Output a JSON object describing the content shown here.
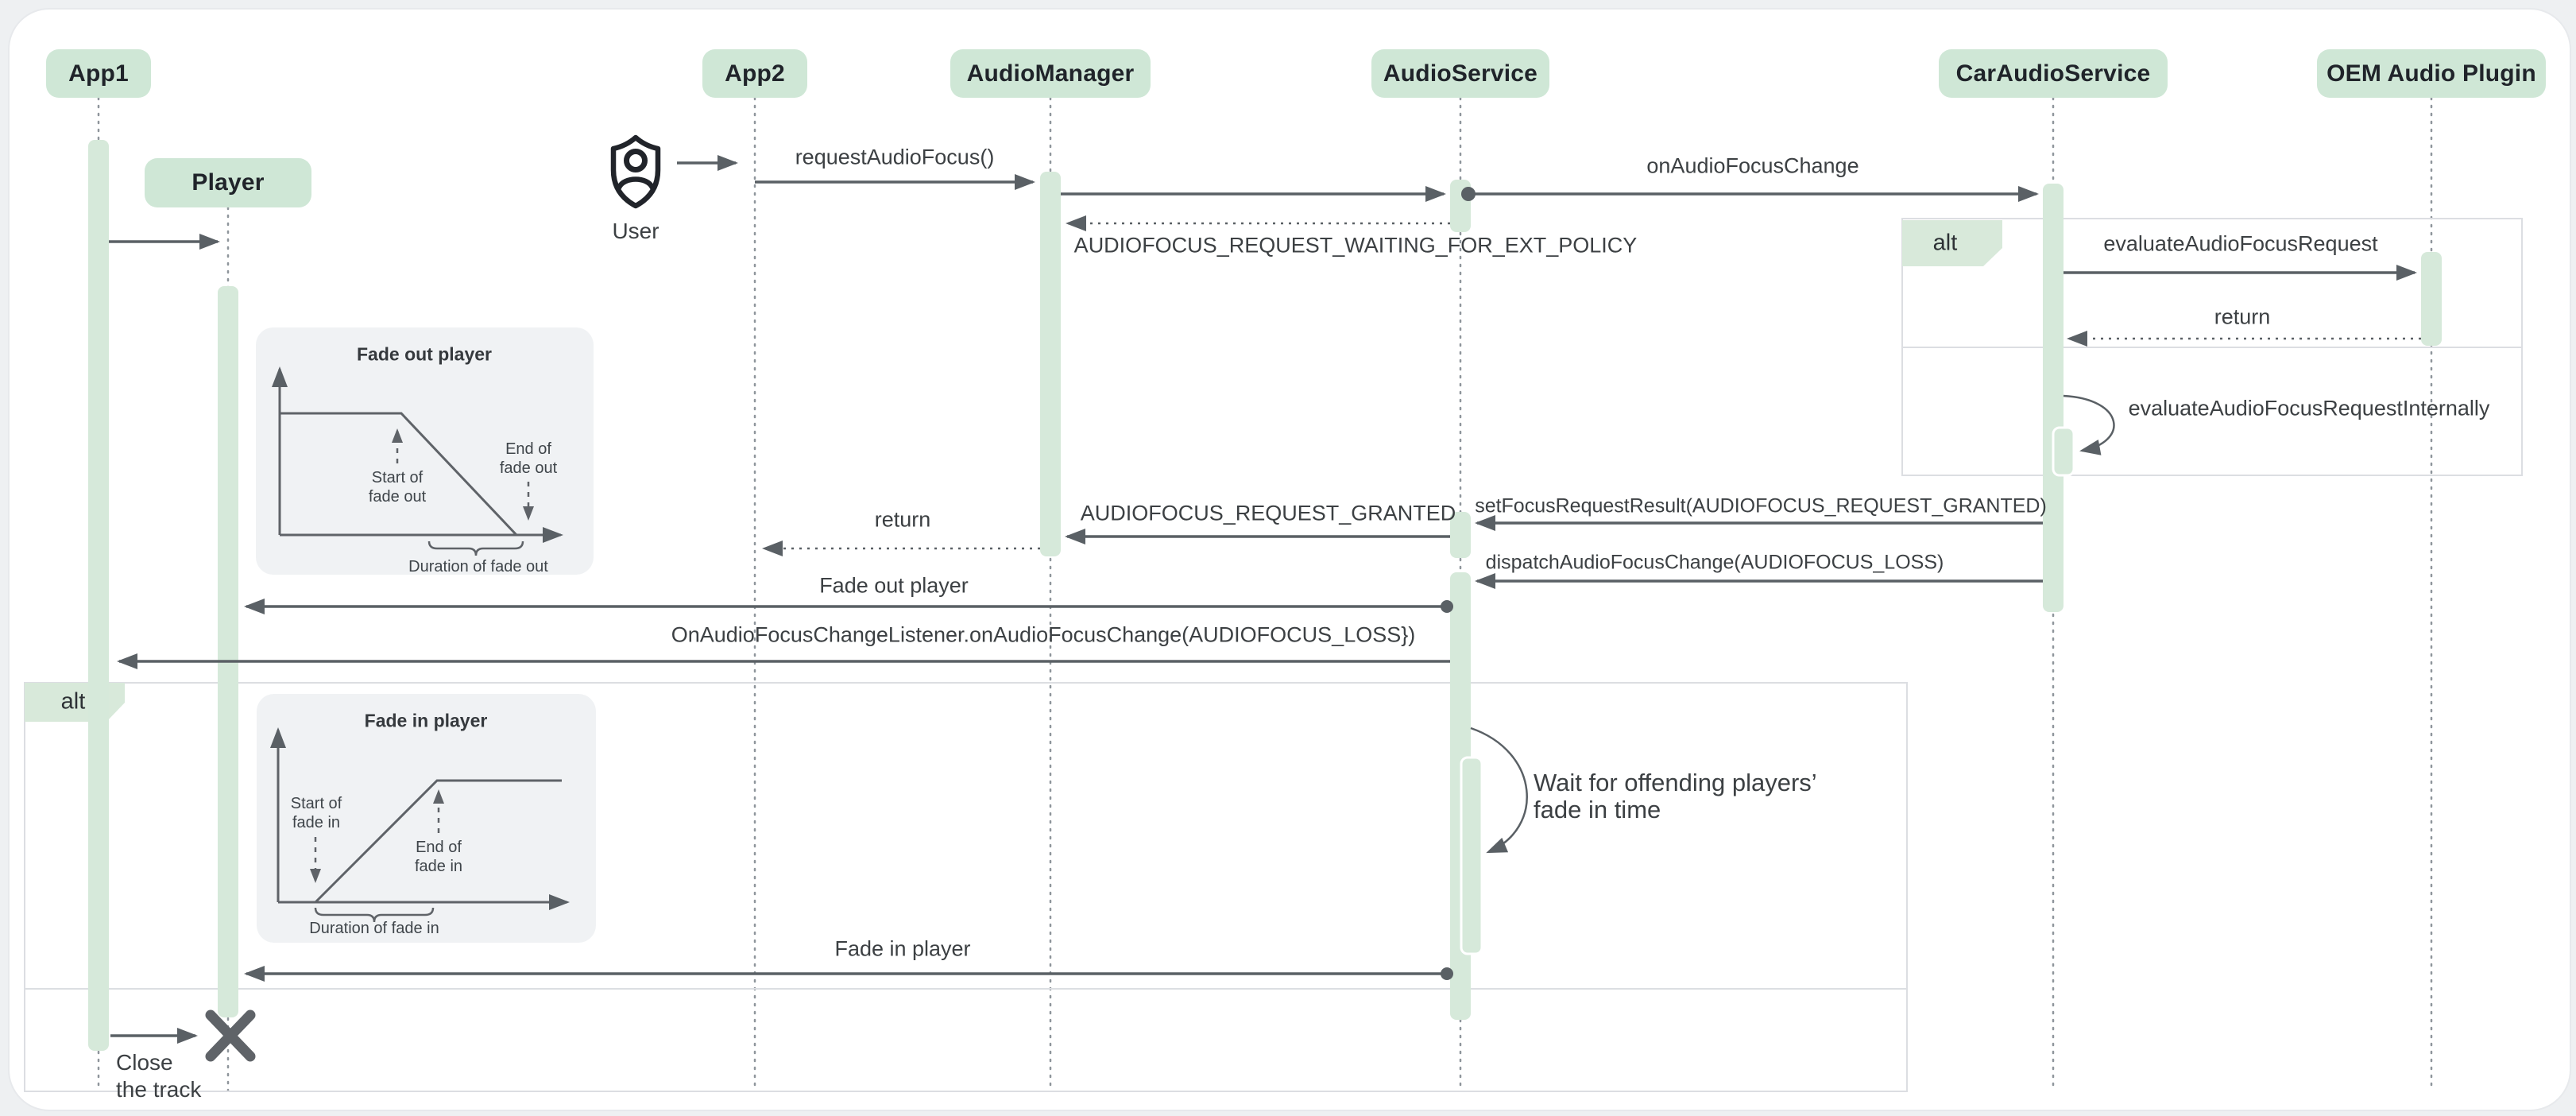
{
  "participants": {
    "app1": "App1",
    "player": "Player",
    "app2": "App2",
    "audio_manager": "AudioManager",
    "audio_service": "AudioService",
    "car_audio_service": "CarAudioService",
    "oem_plugin": "OEM Audio Plugin"
  },
  "actor": {
    "label": "User"
  },
  "fragments": {
    "alt_right": "alt",
    "alt_left": "alt"
  },
  "messages": {
    "request_audio_focus": "requestAudioFocus()",
    "on_audio_focus_change": "onAudioFocusChange",
    "waiting_ext_policy": "AUDIOFOCUS_REQUEST_WAITING_FOR_EXT_POLICY",
    "evaluate_request": "evaluateAudioFocusRequest",
    "return_oem": "return",
    "evaluate_internally": "evaluateAudioFocusRequestInternally",
    "set_focus_result": "setFocusRequestResult(AUDIOFOCUS_REQUEST_GRANTED)",
    "request_granted": "AUDIOFOCUS_REQUEST_GRANTED",
    "return_app2": "return",
    "dispatch_change": "dispatchAudioFocusChange(AUDIOFOCUS_LOSS)",
    "fade_out_player": "Fade out player",
    "focus_change_listener": "OnAudioFocusChangeListener.onAudioFocusChange(AUDIOFOCUS_LOSS})",
    "fade_in_player": "Fade in player"
  },
  "notes": {
    "wait_line1": "Wait for offending players’",
    "wait_line2": "fade in time",
    "close_line1": "Close",
    "close_line2": "the track"
  },
  "insets": {
    "fade_out": {
      "title": "Fade out player",
      "start_line1": "Start of",
      "start_line2": "fade out",
      "end_line1": "End of",
      "end_line2": "fade out",
      "duration": "Duration of fade out"
    },
    "fade_in": {
      "title": "Fade in player",
      "start_line1": "Start of",
      "start_line2": "fade in",
      "end_line1": "End of",
      "end_line2": "fade in",
      "duration": "Duration of fade in"
    }
  },
  "colors": {
    "accent_green": "#cfe7d6",
    "activation_green": "#d6e9da",
    "arrow_gray": "#5a6065",
    "text_gray": "#3c4043",
    "fragment_border": "#dcdee2",
    "inset_background": "#f0f2f4"
  }
}
